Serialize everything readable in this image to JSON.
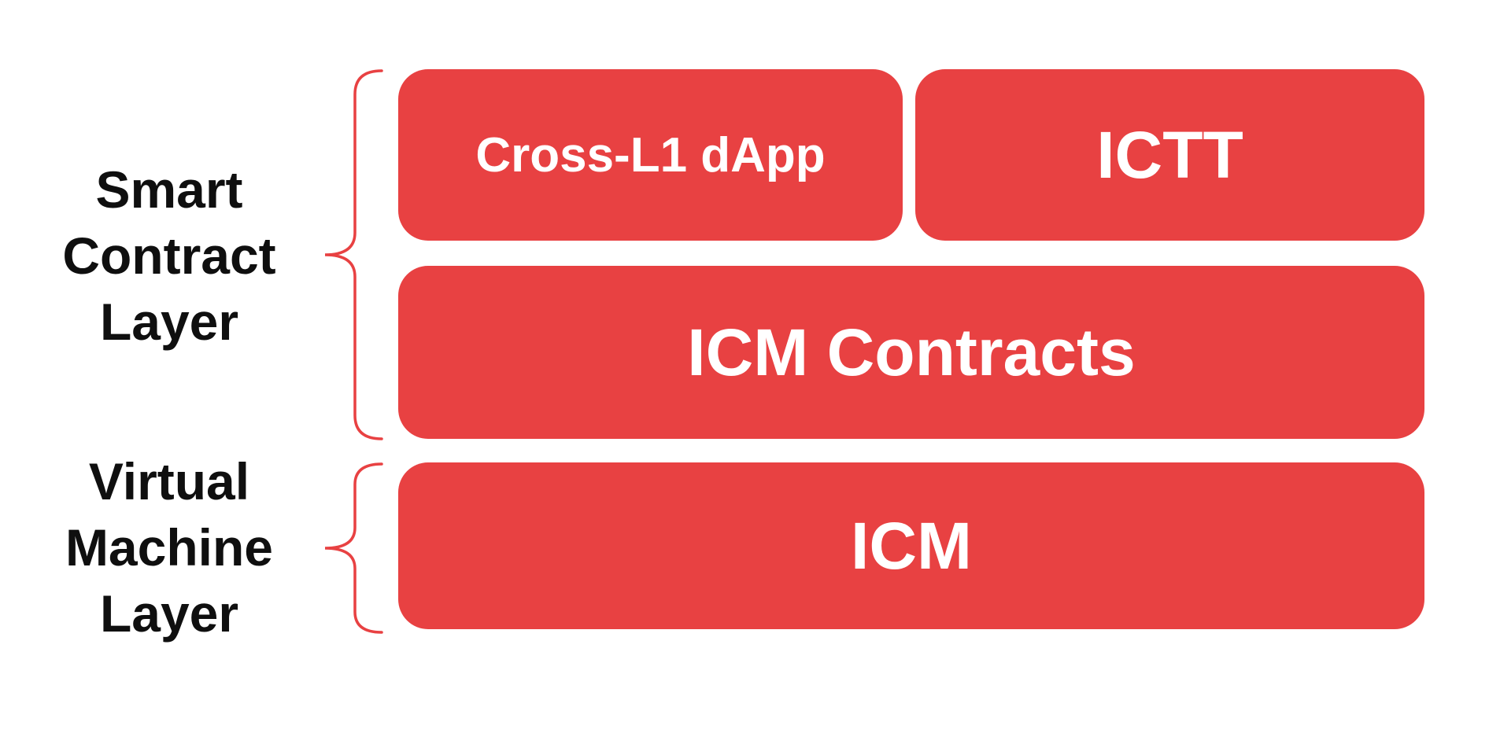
{
  "colors": {
    "block-red": "#e84142",
    "brace-red": "#e84142",
    "label-text": "#0f0f0f",
    "block-text": "#ffffff",
    "background": "#ffffff"
  },
  "layers": {
    "smart_contract": {
      "label": "Smart Contract Layer",
      "label_lines": [
        "Smart",
        "Contract",
        "Layer"
      ],
      "boxes": {
        "cross_l1_dapp": "Cross-L1 dApp",
        "ictt": "ICTT",
        "icm_contracts": "ICM Contracts"
      }
    },
    "virtual_machine": {
      "label": "Virtual Machine Layer",
      "label_lines": [
        "Virtual",
        "Machine",
        "Layer"
      ],
      "boxes": {
        "icm": "ICM"
      }
    }
  }
}
